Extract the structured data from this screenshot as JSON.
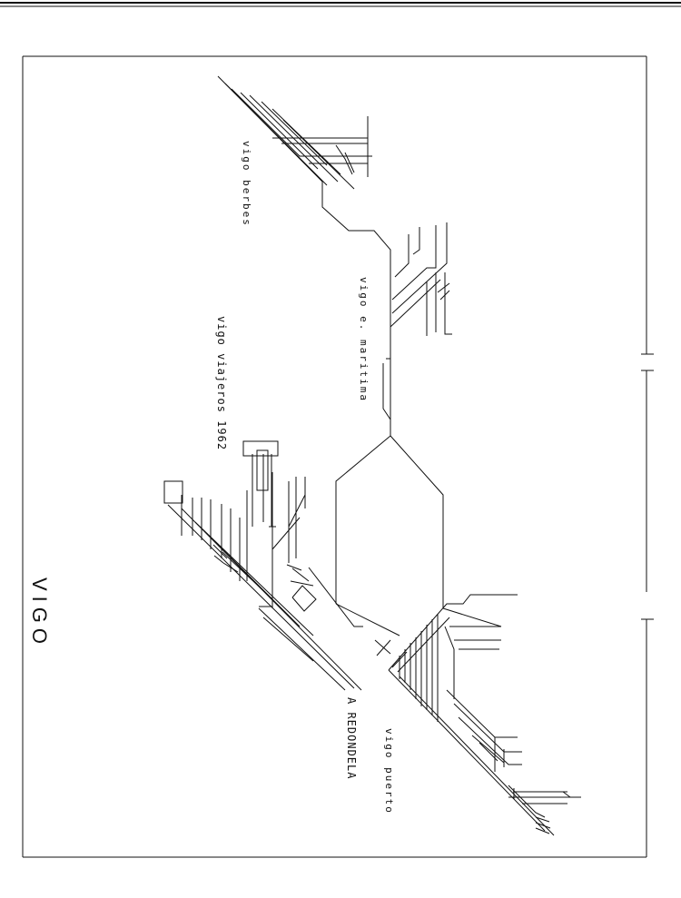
{
  "diagram": {
    "title": "VIGO",
    "stations": {
      "berbes": "vigo berbes",
      "maritima": "vigo e. maritima",
      "viajeros": "vigo viajeros 1962",
      "puerto": "vigo puerto"
    },
    "exit_label": "A REDONDELA"
  },
  "colors": {
    "ink": "#111111",
    "paper": "#ffffff"
  }
}
